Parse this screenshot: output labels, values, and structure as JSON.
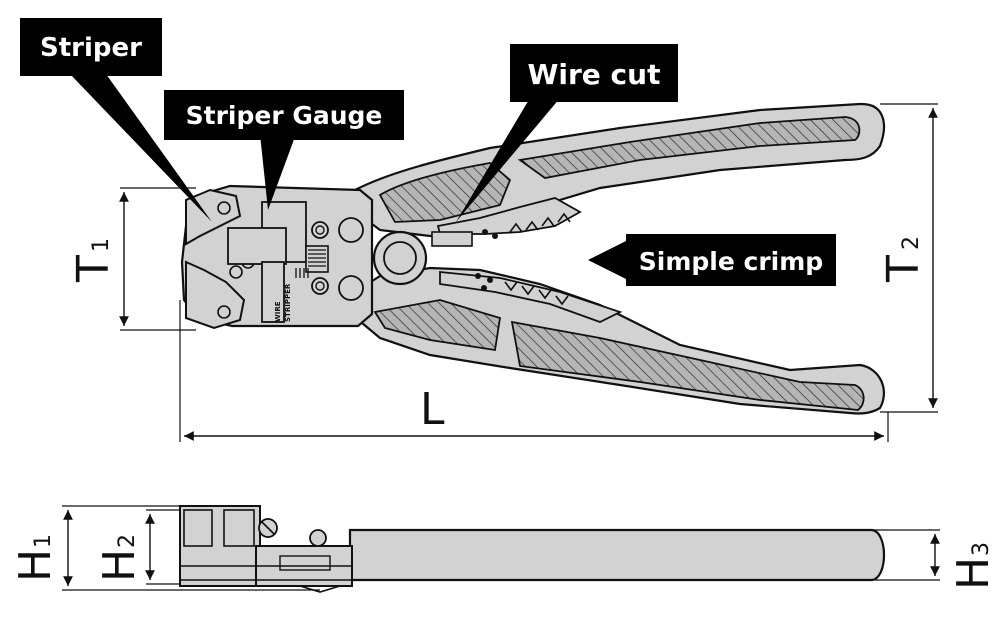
{
  "callouts": {
    "striper": "Striper",
    "striper_gauge": "Striper Gauge",
    "wire_cut": "Wire cut",
    "simple_crimp": "Simple crimp"
  },
  "dimensions": {
    "t1": {
      "main": "T",
      "sub": "1"
    },
    "t2": {
      "main": "T",
      "sub": "2"
    },
    "l": {
      "main": "L"
    },
    "h1": {
      "main": "H",
      "sub": "1"
    },
    "h2": {
      "main": "H",
      "sub": "2"
    },
    "h3": {
      "main": "H",
      "sub": "3"
    }
  },
  "body_marking": {
    "line1": "WIRE",
    "line2": "STRIPPER"
  },
  "colors": {
    "tool_fill": "#d2d2d2",
    "grip_fill": "#b5b5b5",
    "outline": "#111111",
    "callout_bg": "#000000",
    "callout_text": "#ffffff"
  }
}
